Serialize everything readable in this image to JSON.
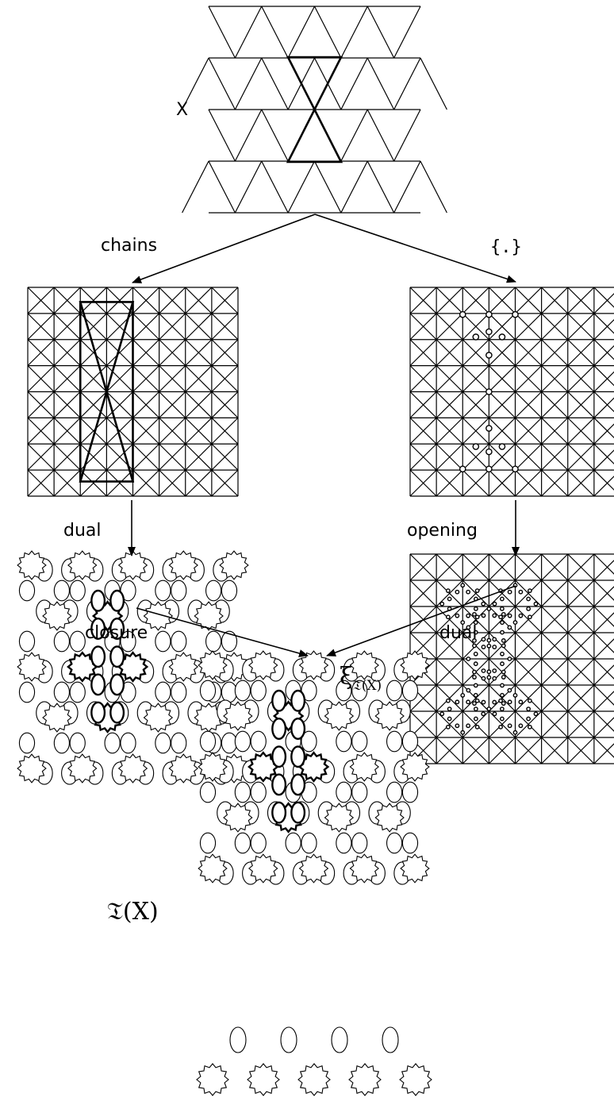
{
  "labels": {
    "x": "X",
    "chains": "chains",
    "set_braces": "{.}",
    "dual_left": "dual",
    "opening": "opening",
    "closure": "closure",
    "dual_right": "dual",
    "xi_main": "ξ",
    "xi_sub": "𝔗(X)",
    "tx": "𝔗(X)"
  }
}
